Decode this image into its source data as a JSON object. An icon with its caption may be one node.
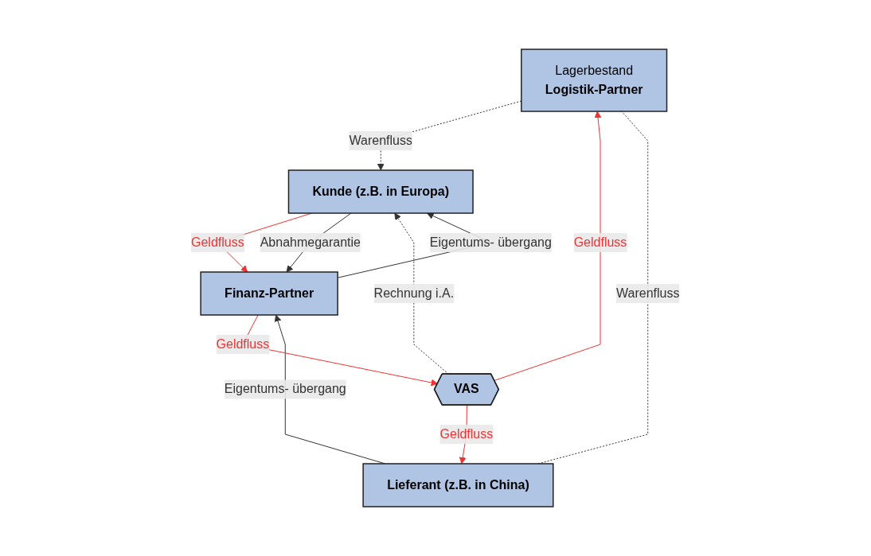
{
  "diagram": {
    "nodes": [
      {
        "text": [
          "Lagerbestand",
          "Logistik-Partner"
        ]
      },
      {
        "text": [
          "Lieferant (z.B. in China)"
        ]
      },
      {
        "text": [
          "VAS"
        ]
      },
      {
        "text": [
          "Kunde (z.B. in Europa)"
        ]
      },
      {
        "text": [
          "Finanz-Partner"
        ]
      }
    ],
    "edges": [
      {
        "from": 1,
        "to": 0,
        "arrow": "none",
        "label": "Warenfluss",
        "style": "dashed"
      },
      {
        "from": 0,
        "to": 3,
        "arrow": "to",
        "label": "Warenfluss",
        "style": "dashed"
      },
      {
        "from": 2,
        "to": 0,
        "arrow": "to",
        "label": "Geldfluss",
        "color": "#ee3333"
      },
      {
        "from": 2,
        "to": 1,
        "arrow": "to",
        "label": "Geldfluss",
        "color": "#ee3333"
      },
      {
        "from": 2,
        "to": 3,
        "arrow": "to",
        "label": "Rechnung i.A.",
        "style": "dashed"
      },
      {
        "from": 1,
        "to": 4,
        "arrow": "to",
        "label": "Eigentums- übergang"
      },
      {
        "from": 4,
        "to": 2,
        "arrow": "to",
        "label": "Geldfluss",
        "color": "#ee3333"
      },
      {
        "from": 3,
        "to": 4,
        "arrow": "to",
        "label": "Geldfluss",
        "color": "#ee3333"
      },
      {
        "from": 4,
        "to": 3,
        "arrow": "to",
        "label": "Eigentums- übergang"
      },
      {
        "from": 3,
        "to": 4,
        "arrow": "to",
        "label": "Abnahmegarantie"
      }
    ]
  }
}
